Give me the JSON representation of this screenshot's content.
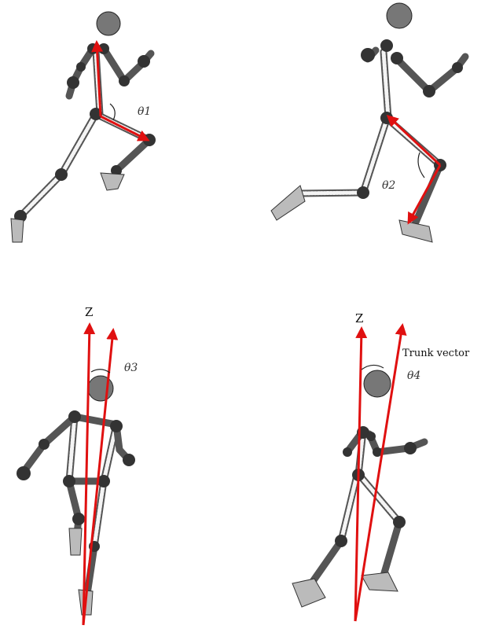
{
  "panels": {
    "knee_front": {
      "angle_label": "θ1"
    },
    "knee_back": {
      "angle_label": "θ2"
    },
    "trunk_front": {
      "axis_label": "Z",
      "angle_label": "θ3"
    },
    "trunk_side": {
      "axis_label": "Z",
      "angle_label": "θ4",
      "vector_label": "Trunk vector"
    }
  },
  "colors": {
    "vector": "#e01010",
    "skeleton": "#555555",
    "joint": "#333333"
  }
}
